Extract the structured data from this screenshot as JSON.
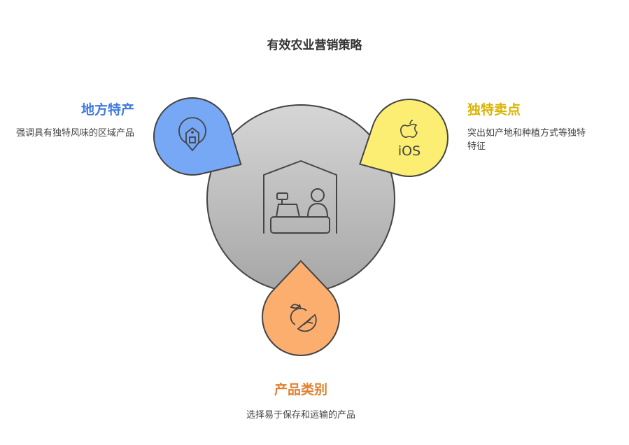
{
  "title": "有效农业营销策略",
  "items": [
    {
      "heading": "地方特产",
      "description": "强调具有独特风味的区域产品",
      "color": "#77a8f5",
      "heading_color": "#3f7ae0",
      "icon": "farm-location-icon"
    },
    {
      "heading": "独特卖点",
      "description": "突出如产地和种植方式等独特特征",
      "color": "#fbee73",
      "heading_color": "#d9b400",
      "icon": "apple-ios-icon",
      "icon_text": "iOS"
    },
    {
      "heading": "产品类别",
      "description": "选择易于保存和运输的产品",
      "color": "#fcae6f",
      "heading_color": "#e0812f",
      "icon": "fruit-icon"
    }
  ],
  "center": {
    "icon": "market-stall-icon"
  }
}
